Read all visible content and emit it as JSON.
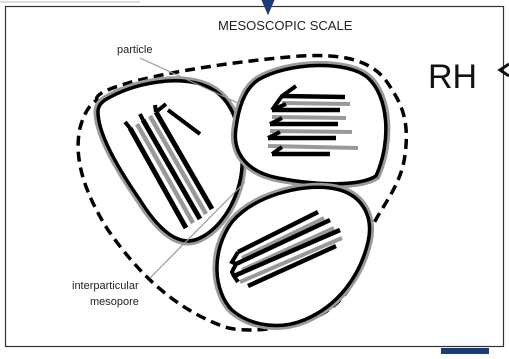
{
  "diagram": {
    "title": "MESOSCOPIC SCALE",
    "labels": {
      "particle": "particle",
      "interparticular_line1": "interparticular",
      "interparticular_line2": "mesopore",
      "rh": "RH"
    }
  }
}
